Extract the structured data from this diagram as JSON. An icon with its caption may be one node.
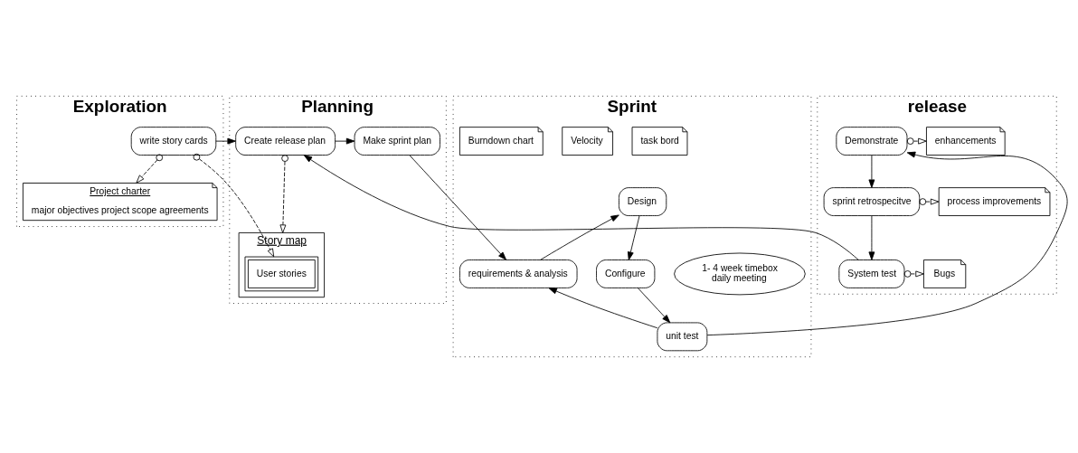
{
  "diagram": {
    "nodes": [
      {
        "text": [
          "Exploration"
        ]
      },
      {
        "text": [
          "Planning"
        ]
      },
      {
        "text": [
          "Sprint"
        ]
      },
      {
        "text": [
          "release"
        ]
      },
      {
        "text": [
          "write story cards"
        ],
        "in": 0
      },
      {
        "text": [
          "Project charter",
          "major objectives project scope agreements"
        ],
        "in": 0
      },
      {
        "text": [
          "Create release plan"
        ],
        "in": 1
      },
      {
        "text": [
          "Make sprint plan"
        ],
        "in": 1
      },
      {
        "text": [
          "Story map"
        ],
        "in": 1
      },
      {
        "text": [
          "User stories"
        ],
        "in": 8
      },
      {
        "text": [
          "Burndown chart"
        ],
        "in": 2
      },
      {
        "text": [
          "Velocity"
        ],
        "in": 2
      },
      {
        "text": [
          "task bord"
        ],
        "in": 2
      },
      {
        "text": [
          "Design"
        ],
        "in": 2
      },
      {
        "text": [
          "requirements & analysis"
        ],
        "in": 2
      },
      {
        "text": [
          "1- 4 week timebox",
          "daily meeting"
        ],
        "in": 2
      },
      {
        "text": [
          "Configure"
        ],
        "in": 2
      },
      {
        "text": [
          "unit test"
        ],
        "in": 2
      },
      {
        "text": [
          "Demonstrate"
        ],
        "in": 3
      },
      {
        "text": [
          "enhancements"
        ],
        "in": 3
      },
      {
        "text": [
          "sprint retrospecitve"
        ],
        "in": 3
      },
      {
        "text": [
          "process improvements"
        ],
        "in": 3
      },
      {
        "text": [
          "System test"
        ],
        "in": 3
      },
      {
        "text": [
          "Bugs"
        ],
        "in": 3
      }
    ],
    "edges": [
      {
        "from": 4,
        "to": 6,
        "arrow": "to"
      },
      {
        "from": 6,
        "to": 7,
        "arrow": "to"
      },
      {
        "from": 4,
        "to": 5,
        "arrow": "to",
        "style": "dashed"
      },
      {
        "from": 4,
        "to": 9,
        "arrow": "to",
        "style": "dashed"
      },
      {
        "from": 6,
        "to": 8,
        "arrow": "to",
        "style": "dashed"
      },
      {
        "from": 7,
        "to": 14,
        "arrow": "to"
      },
      {
        "from": 14,
        "to": 13,
        "arrow": "to"
      },
      {
        "from": 13,
        "to": 16,
        "arrow": "to"
      },
      {
        "from": 16,
        "to": 17,
        "arrow": "to"
      },
      {
        "from": 17,
        "to": 14,
        "arrow": "to"
      },
      {
        "from": 17,
        "to": 18,
        "arrow": "to"
      },
      {
        "from": 22,
        "to": 6,
        "arrow": "to"
      },
      {
        "from": 18,
        "to": 20,
        "arrow": "to"
      },
      {
        "from": 20,
        "to": 22,
        "arrow": "to"
      },
      {
        "from": 18,
        "to": 19,
        "arrow": "to",
        "style": "dashed"
      },
      {
        "from": 20,
        "to": 21,
        "arrow": "to",
        "style": "dashed"
      },
      {
        "from": 22,
        "to": 23,
        "arrow": "to",
        "style": "dashed"
      }
    ]
  }
}
